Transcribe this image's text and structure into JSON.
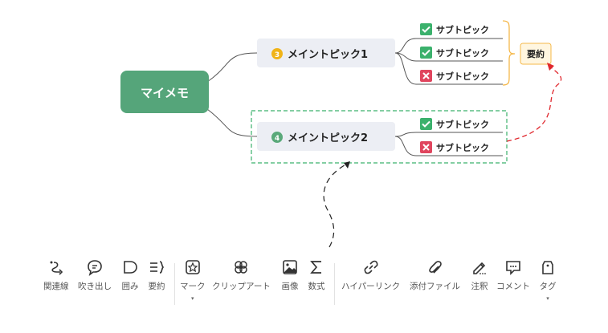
{
  "mindmap": {
    "central_topic": "マイメモ",
    "main_topics": [
      {
        "label": "メイントピック1",
        "marker_number": "3",
        "marker_color": "#f0b318",
        "subtopics": [
          {
            "label": "サブトピック",
            "status": "check"
          },
          {
            "label": "サブトピック",
            "status": "check"
          },
          {
            "label": "サブトピック",
            "status": "cross"
          }
        ]
      },
      {
        "label": "メイントピック2",
        "marker_number": "4",
        "marker_color": "#5aa97a",
        "subtopics": [
          {
            "label": "サブトピック",
            "status": "check"
          },
          {
            "label": "サブトピック",
            "status": "cross"
          }
        ]
      }
    ],
    "summary_label": "要約"
  },
  "colors": {
    "central_bg": "#55a57a",
    "main_topic_bg": "#eceef4",
    "check": "#3bb16c",
    "cross": "#e0455e",
    "summary_brace": "#f5b84a",
    "summary_bg": "#fff6e0",
    "relation_line": "#e0282e",
    "selection_border": "#3bb16c"
  },
  "toolbar": {
    "items": [
      {
        "id": "relation",
        "label": "関連線",
        "icon": "relation-line-icon"
      },
      {
        "id": "callout",
        "label": "吹き出し",
        "icon": "callout-icon"
      },
      {
        "id": "boundary",
        "label": "囲み",
        "icon": "boundary-icon"
      },
      {
        "id": "summary",
        "label": "要約",
        "icon": "summary-icon"
      },
      {
        "id": "mark",
        "label": "マーク",
        "icon": "mark-icon",
        "dropdown": true
      },
      {
        "id": "clipart",
        "label": "クリップアート",
        "icon": "clipart-icon"
      },
      {
        "id": "image",
        "label": "画像",
        "icon": "image-icon"
      },
      {
        "id": "formula",
        "label": "数式",
        "icon": "formula-icon"
      },
      {
        "id": "hyperlink",
        "label": "ハイパーリンク",
        "icon": "hyperlink-icon"
      },
      {
        "id": "attachment",
        "label": "添付ファイル",
        "icon": "attachment-icon"
      },
      {
        "id": "note",
        "label": "注釈",
        "icon": "note-icon"
      },
      {
        "id": "comment",
        "label": "コメント",
        "icon": "comment-icon"
      },
      {
        "id": "tag",
        "label": "タグ",
        "icon": "tag-icon",
        "dropdown": true
      }
    ],
    "dropdown_caret": "▾"
  }
}
